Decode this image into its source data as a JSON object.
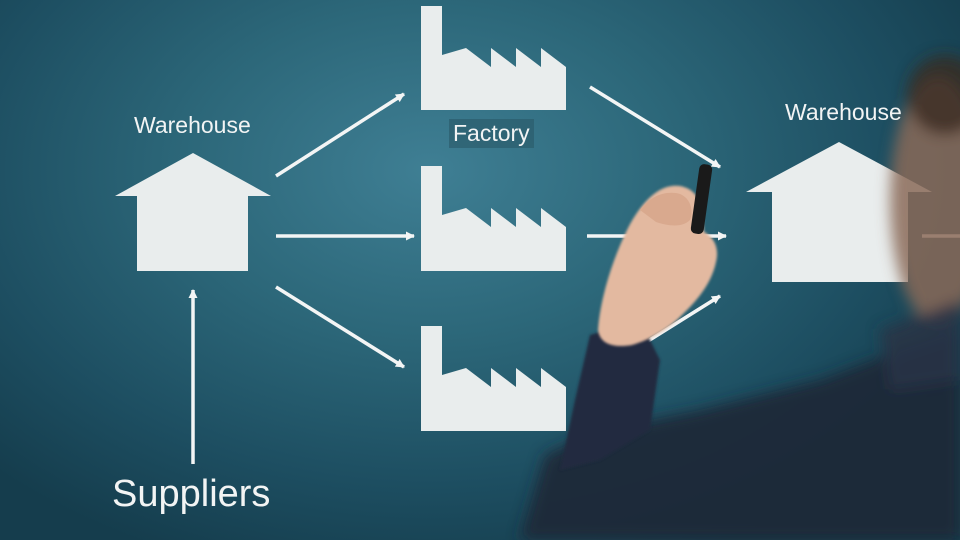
{
  "labels": {
    "warehouse_left": "Warehouse",
    "factory": "Factory",
    "warehouse_right": "Warehouse",
    "suppliers": "Suppliers"
  },
  "colors": {
    "icon_fill": "#e9eded",
    "arrow": "#f3f5f5",
    "background": "#2c6779"
  }
}
